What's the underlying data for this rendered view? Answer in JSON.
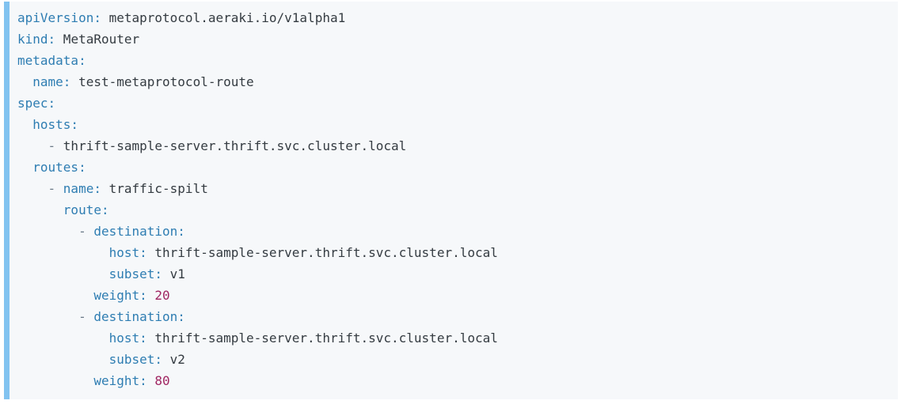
{
  "page": {
    "background_color": "#ffffff"
  },
  "code_block": {
    "background_color": "#f6f8fa",
    "accent_bar_color": "#82c3f0",
    "token_colors": {
      "key": "#2e7db2",
      "plain": "#343b41",
      "punct": "#6b7a88",
      "number": "#a02662"
    },
    "lines": [
      [
        {
          "t": "key",
          "s": "apiVersion:"
        },
        {
          "t": "plain",
          "s": " metaprotocol.aeraki.io/v1alpha1"
        }
      ],
      [
        {
          "t": "key",
          "s": "kind:"
        },
        {
          "t": "plain",
          "s": " MetaRouter"
        }
      ],
      [
        {
          "t": "key",
          "s": "metadata:"
        }
      ],
      [
        {
          "t": "plain",
          "s": "  "
        },
        {
          "t": "key",
          "s": "name:"
        },
        {
          "t": "plain",
          "s": " test-metaprotocol-route"
        }
      ],
      [
        {
          "t": "key",
          "s": "spec:"
        }
      ],
      [
        {
          "t": "plain",
          "s": "  "
        },
        {
          "t": "key",
          "s": "hosts:"
        }
      ],
      [
        {
          "t": "plain",
          "s": "    "
        },
        {
          "t": "punct",
          "s": "- "
        },
        {
          "t": "plain",
          "s": "thrift-sample-server.thrift.svc.cluster.local"
        }
      ],
      [
        {
          "t": "plain",
          "s": "  "
        },
        {
          "t": "key",
          "s": "routes:"
        }
      ],
      [
        {
          "t": "plain",
          "s": "    "
        },
        {
          "t": "punct",
          "s": "- "
        },
        {
          "t": "key",
          "s": "name:"
        },
        {
          "t": "plain",
          "s": " traffic-spilt"
        }
      ],
      [
        {
          "t": "plain",
          "s": "      "
        },
        {
          "t": "key",
          "s": "route:"
        }
      ],
      [
        {
          "t": "plain",
          "s": "        "
        },
        {
          "t": "punct",
          "s": "- "
        },
        {
          "t": "key",
          "s": "destination:"
        }
      ],
      [
        {
          "t": "plain",
          "s": "            "
        },
        {
          "t": "key",
          "s": "host:"
        },
        {
          "t": "plain",
          "s": " thrift-sample-server.thrift.svc.cluster.local"
        }
      ],
      [
        {
          "t": "plain",
          "s": "            "
        },
        {
          "t": "key",
          "s": "subset:"
        },
        {
          "t": "plain",
          "s": " v1"
        }
      ],
      [
        {
          "t": "plain",
          "s": "          "
        },
        {
          "t": "key",
          "s": "weight:"
        },
        {
          "t": "plain",
          "s": " "
        },
        {
          "t": "number",
          "s": "20"
        }
      ],
      [
        {
          "t": "plain",
          "s": "        "
        },
        {
          "t": "punct",
          "s": "- "
        },
        {
          "t": "key",
          "s": "destination:"
        }
      ],
      [
        {
          "t": "plain",
          "s": "            "
        },
        {
          "t": "key",
          "s": "host:"
        },
        {
          "t": "plain",
          "s": " thrift-sample-server.thrift.svc.cluster.local"
        }
      ],
      [
        {
          "t": "plain",
          "s": "            "
        },
        {
          "t": "key",
          "s": "subset:"
        },
        {
          "t": "plain",
          "s": " v2"
        }
      ],
      [
        {
          "t": "plain",
          "s": "          "
        },
        {
          "t": "key",
          "s": "weight:"
        },
        {
          "t": "plain",
          "s": " "
        },
        {
          "t": "number",
          "s": "80"
        }
      ]
    ]
  }
}
